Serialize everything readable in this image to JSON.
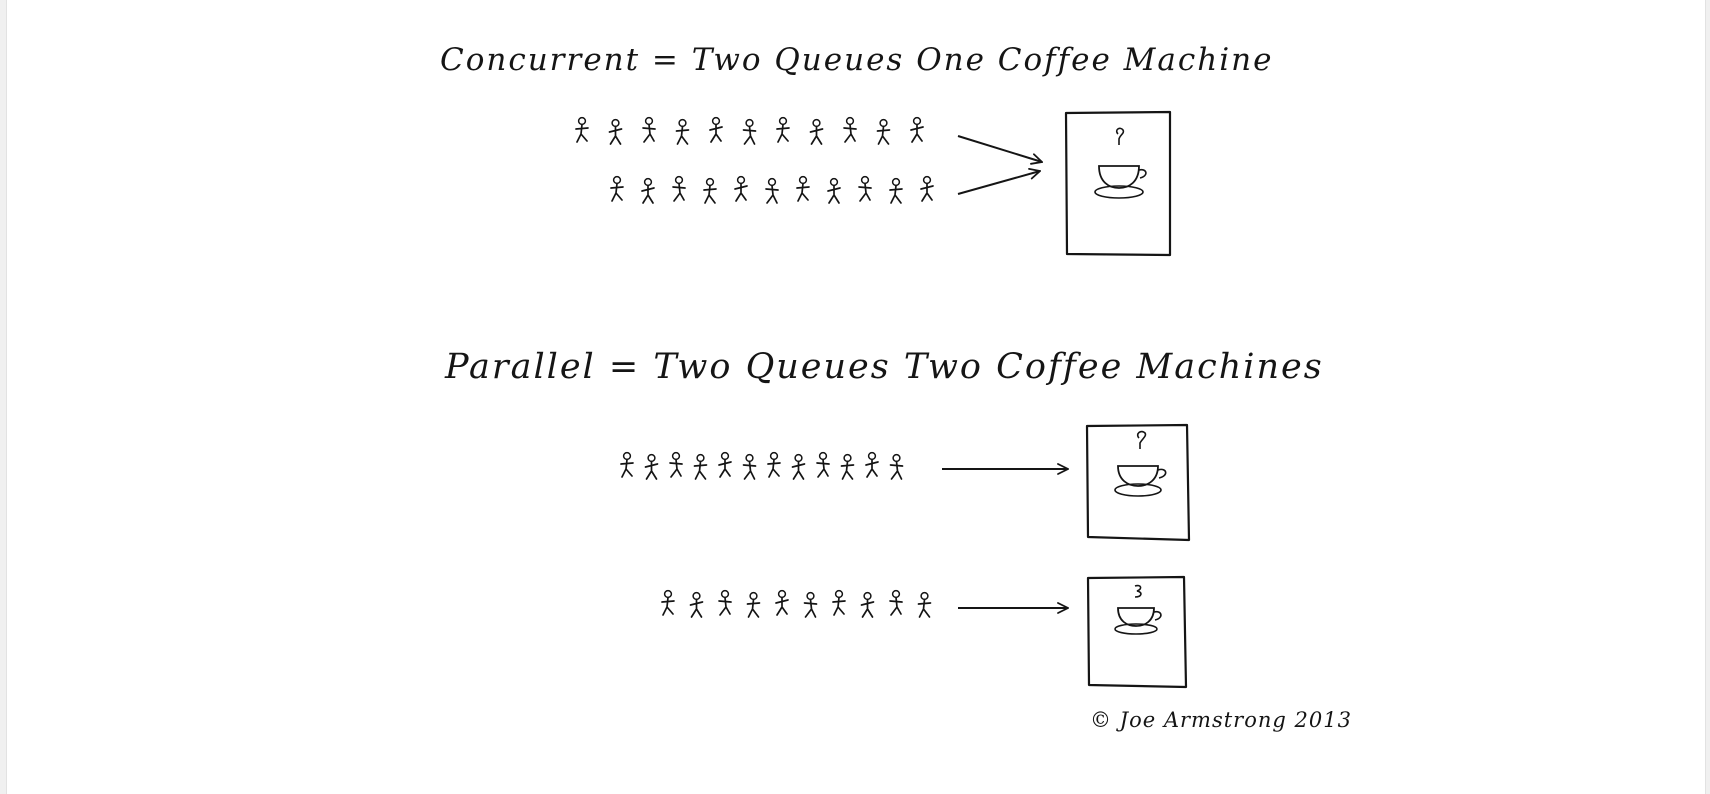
{
  "diagram": {
    "concurrent_title": "Concurrent = Two Queues One Coffee Machine",
    "parallel_title": "Parallel = Two Queues Two Coffee Machines",
    "credit": "© Joe Armstrong 2013"
  },
  "scenes": {
    "concurrent": {
      "queues": [
        {
          "people": 11
        },
        {
          "people": 11
        }
      ],
      "machines": 1
    },
    "parallel": {
      "queues": [
        {
          "people": 12
        },
        {
          "people": 10
        }
      ],
      "machines": 2
    }
  },
  "colors": {
    "ink": "#151515",
    "paper": "#ffffff"
  }
}
